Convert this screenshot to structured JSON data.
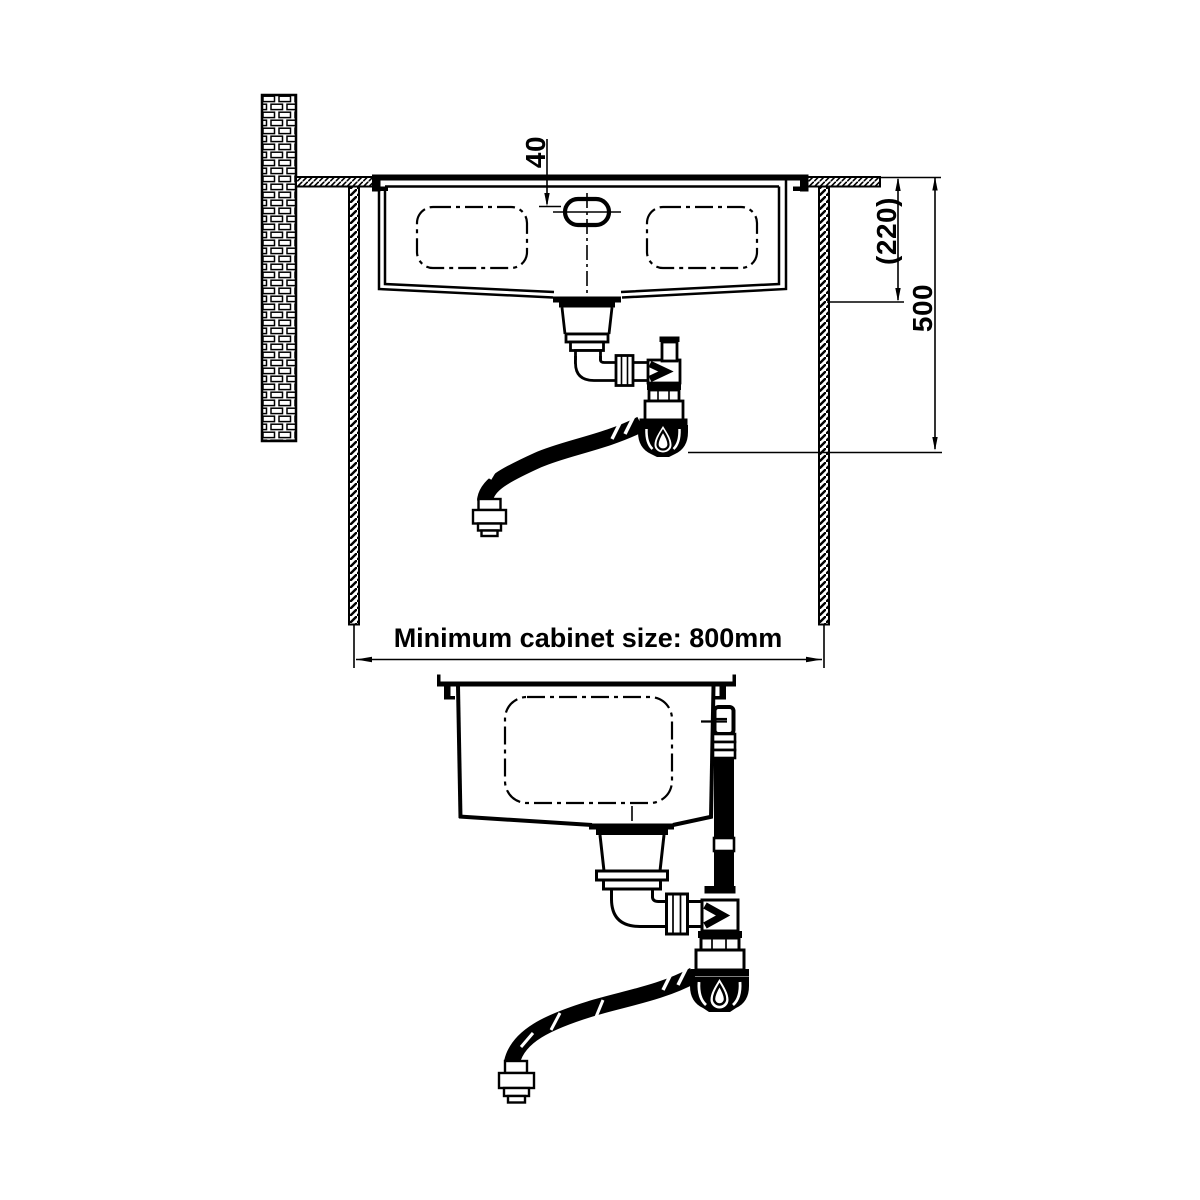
{
  "drawing": {
    "background": "#ffffff",
    "line_color": "#000000",
    "views": {
      "side_section": {
        "description": "sink-side-section-with-wall-and-cabinet",
        "dimensions": {
          "tap_hole_offset": "40",
          "bowl_depth": "(220)",
          "drain_clearance_depth": "500",
          "cabinet_width_note": "Minimum cabinet size: 800mm"
        }
      },
      "front_section": {
        "description": "sink-front-section-with-drain-and-overflow"
      }
    }
  }
}
